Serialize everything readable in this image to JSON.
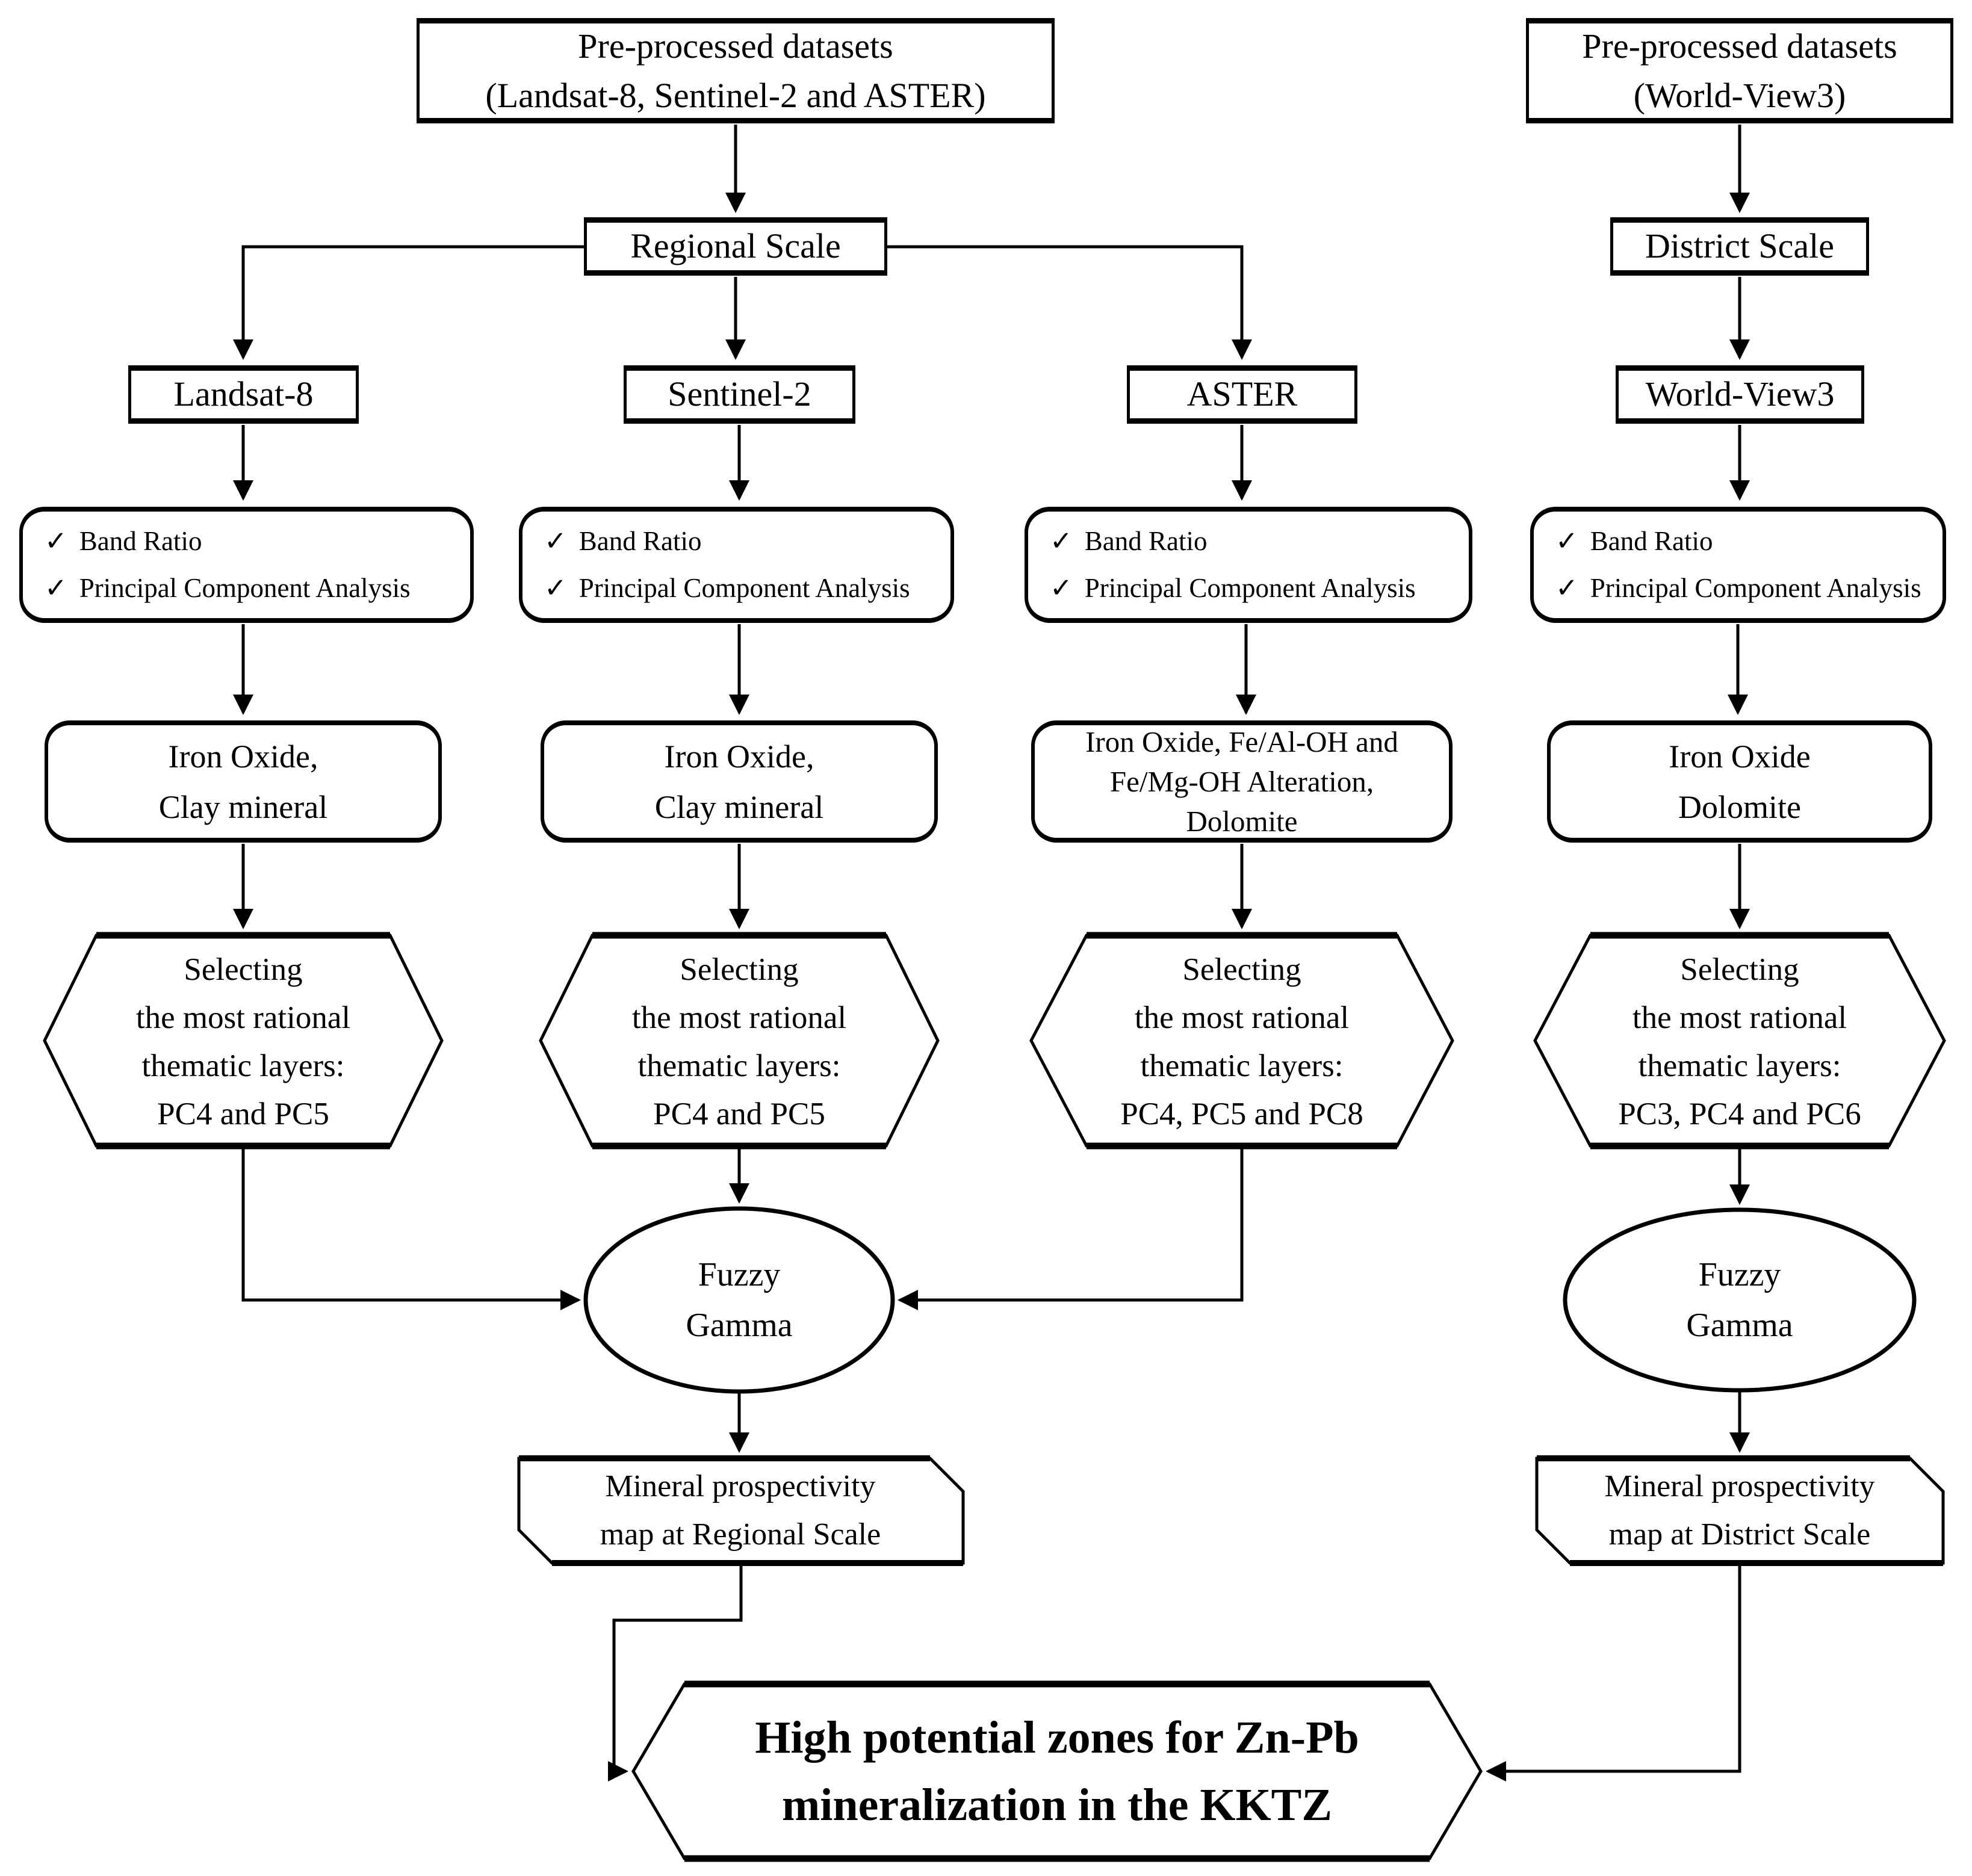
{
  "colors": {
    "ink": "#000000",
    "paper": "#ffffff"
  },
  "check_icon": "✓",
  "top": {
    "regional_datasets": {
      "line1": "Pre-processed datasets",
      "line2": "(Landsat-8, Sentinel-2 and ASTER)"
    },
    "district_datasets": {
      "line1": "Pre-processed datasets",
      "line2": "(World-View3)"
    },
    "regional_scale": "Regional Scale",
    "district_scale": "District Scale"
  },
  "columns": [
    {
      "sensor": "Landsat-8",
      "methods": [
        "Band Ratio",
        "Principal Component Analysis"
      ],
      "minerals": [
        "Iron Oxide,",
        "Clay mineral"
      ],
      "selecting": [
        "Selecting",
        "the most rational",
        "thematic layers:",
        "PC4 and PC5"
      ]
    },
    {
      "sensor": "Sentinel-2",
      "methods": [
        "Band Ratio",
        "Principal Component Analysis"
      ],
      "minerals": [
        "Iron Oxide,",
        "Clay mineral"
      ],
      "selecting": [
        "Selecting",
        "the most rational",
        "thematic layers:",
        "PC4 and PC5"
      ]
    },
    {
      "sensor": "ASTER",
      "methods": [
        "Band Ratio",
        "Principal Component Analysis"
      ],
      "minerals": [
        "Iron Oxide, Fe/Al-OH and",
        "Fe/Mg-OH Alteration,",
        "Dolomite"
      ],
      "selecting": [
        "Selecting",
        "the most rational",
        "thematic layers:",
        "PC4, PC5 and PC8"
      ]
    },
    {
      "sensor": "World-View3",
      "methods": [
        "Band Ratio",
        "Principal Component Analysis"
      ],
      "minerals": [
        "Iron Oxide",
        "Dolomite"
      ],
      "selecting": [
        "Selecting",
        "the most rational",
        "thematic layers:",
        "PC3, PC4 and PC6"
      ]
    }
  ],
  "fuzzy_gamma": {
    "line1": "Fuzzy",
    "line2": "Gamma"
  },
  "maps": {
    "regional": {
      "line1": "Mineral prospectivity",
      "line2": "map at Regional Scale"
    },
    "district": {
      "line1": "Mineral prospectivity",
      "line2": "map at District Scale"
    }
  },
  "final_zone": {
    "line1": "High potential zones for Zn-Pb",
    "line2": "mineralization in the KKTZ"
  }
}
